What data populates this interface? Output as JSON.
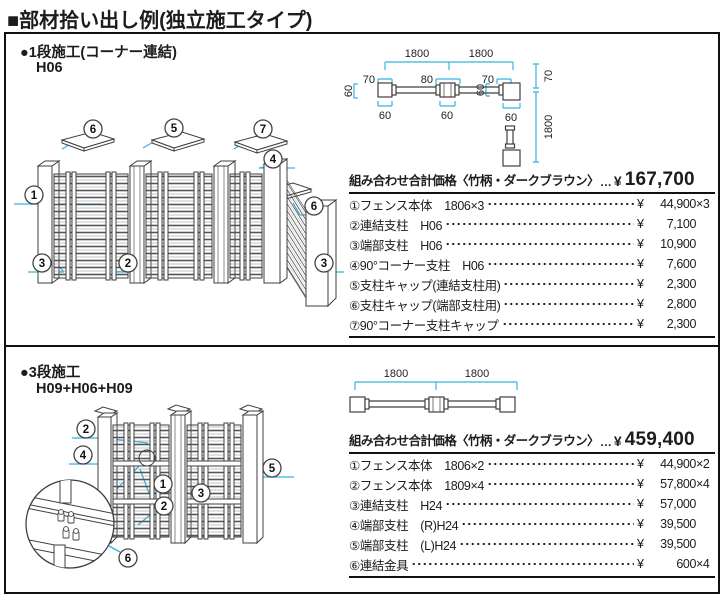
{
  "title": "■部材拾い出し例(独立施工タイプ)",
  "colors": {
    "accent": "#33b1e4",
    "ink": "#1c1c1c"
  },
  "section1": {
    "label": "●1段施工(コーナー連結)",
    "model": "H06",
    "callouts": [
      "6",
      "5",
      "7",
      "4",
      "1",
      "6",
      "3",
      "2",
      "3"
    ],
    "plan": {
      "span_dims": [
        "1800",
        "1800"
      ],
      "offset_dims": [
        "70",
        "80",
        "70"
      ],
      "bottom_dims": [
        "60",
        "60",
        "60"
      ],
      "left_dim": "60",
      "mid_dim": "60",
      "right_top_dim": "70",
      "right_span_dim": "1800"
    },
    "table": {
      "header_label": "組み合わせ合計価格〈竹柄・ダークブラウン〉",
      "leader": "…",
      "currency": "¥",
      "total": "167,700",
      "rows": [
        {
          "name": "①フェンス本体　1806×3",
          "amount": "44,900",
          "mult": "×3"
        },
        {
          "name": "②連結支柱　H06",
          "amount": "7,100",
          "mult": ""
        },
        {
          "name": "③端部支柱　H06",
          "amount": "10,900",
          "mult": ""
        },
        {
          "name": "④90°コーナー支柱　H06",
          "amount": "7,600",
          "mult": ""
        },
        {
          "name": "⑤支柱キャップ(連結支柱用)",
          "amount": "2,300",
          "mult": ""
        },
        {
          "name": "⑥支柱キャップ(端部支柱用)",
          "amount": "2,800",
          "mult": ""
        },
        {
          "name": "⑦90°コーナー支柱キャップ",
          "amount": "2,300",
          "mult": ""
        }
      ]
    }
  },
  "section2": {
    "label": "●3段施工",
    "model": "H09+H06+H09",
    "callouts": [
      "2",
      "4",
      "1",
      "3",
      "2",
      "5",
      "6"
    ],
    "plan": {
      "span_dims": [
        "1800",
        "1800"
      ]
    },
    "table": {
      "header_label": "組み合わせ合計価格〈竹柄・ダークブラウン〉",
      "leader": "…",
      "currency": "¥",
      "total": "459,400",
      "rows": [
        {
          "name": "①フェンス本体　1806×2",
          "amount": "44,900",
          "mult": "×2"
        },
        {
          "name": "②フェンス本体　1809×4",
          "amount": "57,800",
          "mult": "×4"
        },
        {
          "name": "③連結支柱　H24",
          "amount": "57,000",
          "mult": ""
        },
        {
          "name": "④端部支柱　(R)H24",
          "amount": "39,500",
          "mult": ""
        },
        {
          "name": "⑤端部支柱　(L)H24",
          "amount": "39,500",
          "mult": ""
        },
        {
          "name": "⑥連結金具",
          "amount": "600",
          "mult": "×4"
        }
      ]
    }
  }
}
